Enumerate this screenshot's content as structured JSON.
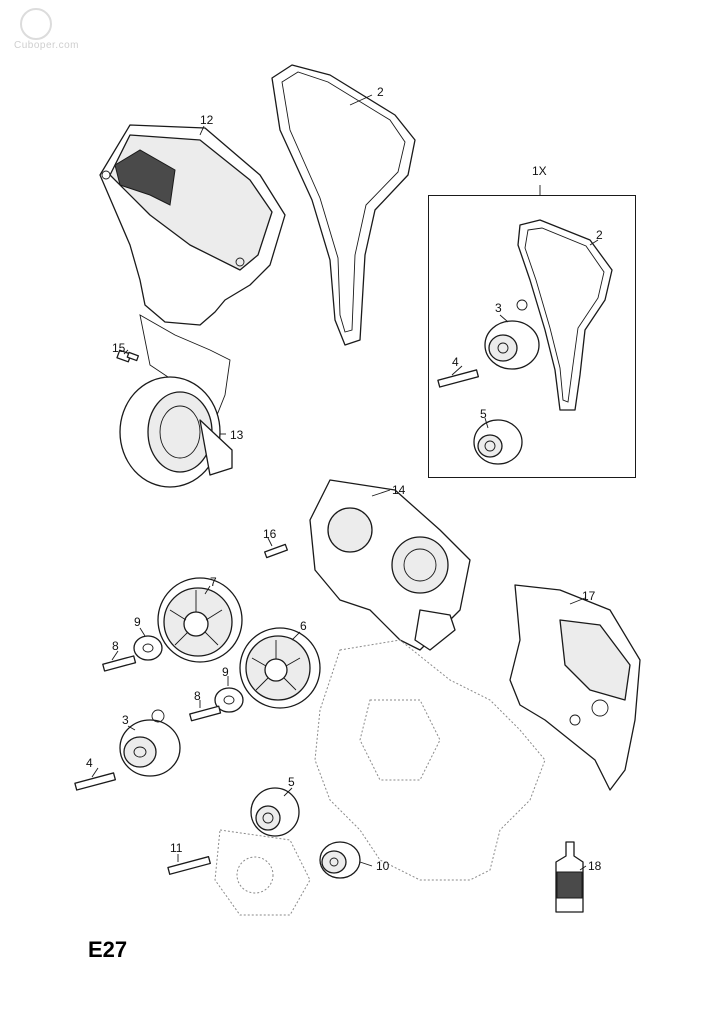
{
  "watermark": {
    "text": "Cuboper.com",
    "icon": "opel-logo-icon"
  },
  "page_code": "E27",
  "kit": {
    "label": "1X"
  },
  "callouts": {
    "p2a": "2",
    "p12": "12",
    "p15": "15",
    "p13": "13",
    "p14": "14",
    "p16": "16",
    "p7": "7",
    "p6": "6",
    "p9a": "9",
    "p8a": "8",
    "p9b": "9",
    "p8b": "8",
    "p3a": "3",
    "p4a": "4",
    "p5a": "5",
    "p11": "11",
    "p10": "10",
    "p17": "17",
    "p18": "18",
    "kit2": "2",
    "kit3": "3",
    "kit4": "4",
    "kit5": "5"
  }
}
